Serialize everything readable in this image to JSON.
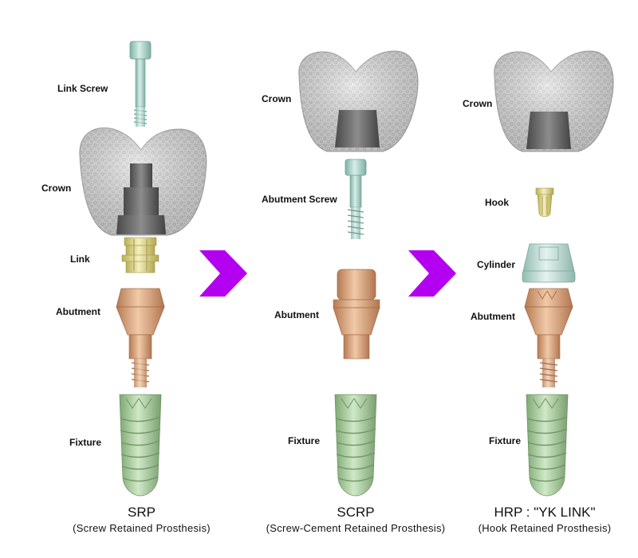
{
  "columns": [
    {
      "title": "SRP",
      "subtitle": "(Screw Retained Prosthesis)",
      "parts": [
        "Link Screw",
        "Crown",
        "Link",
        "Abutment",
        "Fixture"
      ]
    },
    {
      "title": "SCRP",
      "subtitle": "(Screw-Cement Retained Prosthesis)",
      "parts": [
        "Crown",
        "Abutment Screw",
        "Abutment",
        "Fixture"
      ]
    },
    {
      "title": "HRP : \"YK LINK\"",
      "subtitle": "(Hook Retained Prosthesis)",
      "parts": [
        "Crown",
        "Hook",
        "Cylinder",
        "Abutment",
        "Fixture"
      ]
    }
  ],
  "colors": {
    "arrow": "#b400f0",
    "fixture": "#a9cf9e",
    "abutment": "#d9a27a",
    "screw": "#a8d3c7",
    "crown": "#d8d8d8",
    "link": "#e4dc8c",
    "cylinder": "#c3ded8"
  }
}
